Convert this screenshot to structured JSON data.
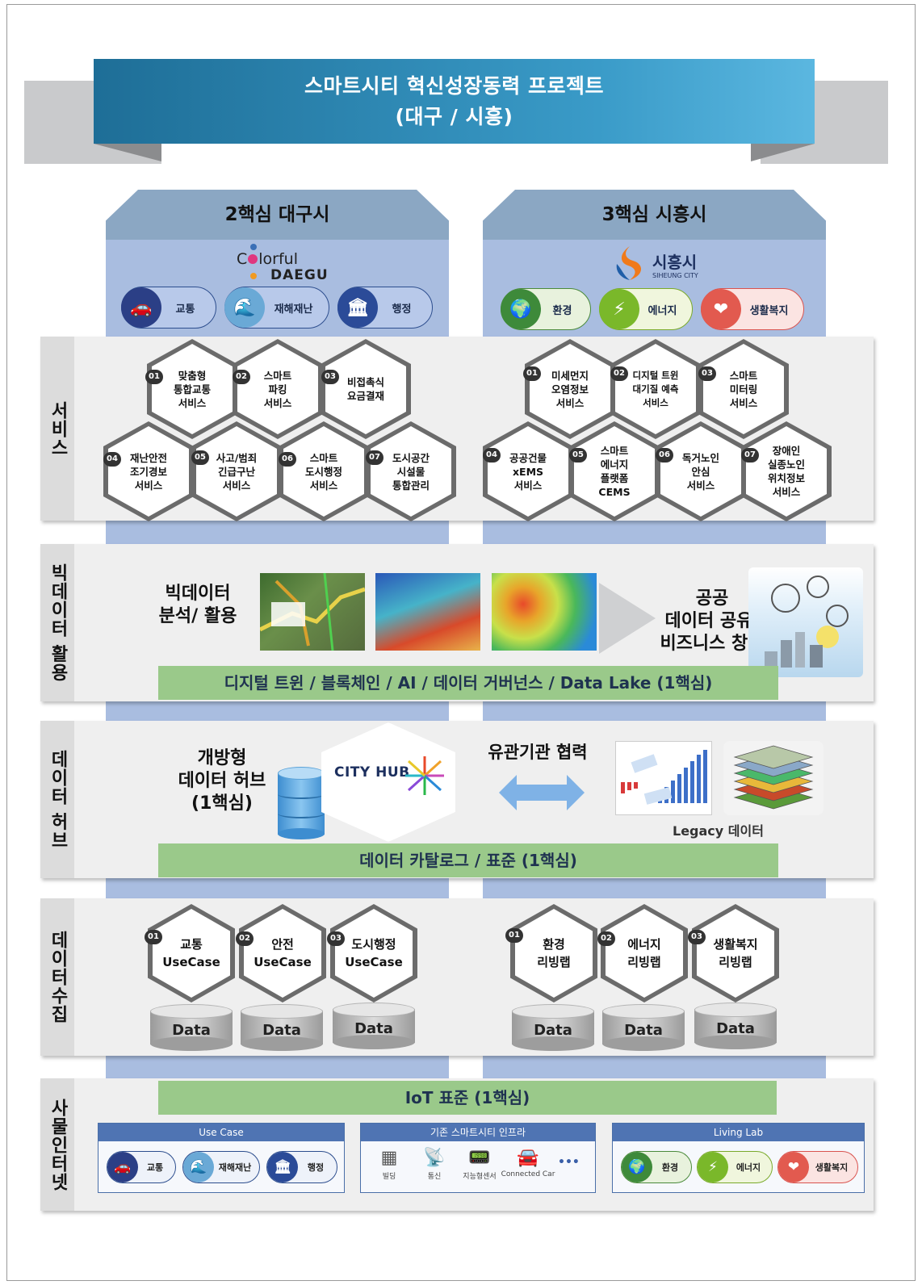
{
  "title": {
    "line1": "스마트시티 혁신성장동력 프로젝트",
    "line2": "(대구 / 시흥)"
  },
  "colors": {
    "banner": "#2a85b5",
    "column_body": "#a9bde0",
    "column_head": "#8ba7c3",
    "green_bar": "#9ac98a",
    "band": "#efefef"
  },
  "daegu": {
    "heading": "2핵심 대구시",
    "logo": {
      "text1": "C",
      "text2": "lorful",
      "text3": "DAEGU"
    },
    "pills": [
      {
        "label": "교통",
        "icon": "car-icon"
      },
      {
        "label": "재해재난",
        "icon": "wave-house-icon"
      },
      {
        "label": "행정",
        "icon": "government-building-icon"
      }
    ]
  },
  "siheung": {
    "heading": "3핵심 시흥시",
    "logo": {
      "text1": "시흥시",
      "text2": "SIHEUNG CITY"
    },
    "pills": [
      {
        "label": "환경",
        "icon": "globe-icon"
      },
      {
        "label": "에너지",
        "icon": "lightning-icon"
      },
      {
        "label": "생활복지",
        "icon": "heart-hands-icon"
      }
    ]
  },
  "sections": {
    "service": "서비스",
    "bigdata": "빅데이터 활용",
    "hub": "데이터 허브",
    "collect": "데이터수집",
    "iot": "사물인터넷"
  },
  "services": {
    "daegu": [
      {
        "num": "01",
        "label": "맞춤형\n통합교통\n서비스"
      },
      {
        "num": "02",
        "label": "스마트\n파킹\n서비스"
      },
      {
        "num": "03",
        "label": "비접촉식\n요금결재"
      },
      {
        "num": "04",
        "label": "재난안전\n조기경보\n서비스"
      },
      {
        "num": "05",
        "label": "사고/범죄\n긴급구난\n서비스"
      },
      {
        "num": "06",
        "label": "스마트\n도시행정\n서비스"
      },
      {
        "num": "07",
        "label": "도시공간\n시설물\n통합관리"
      }
    ],
    "siheung": [
      {
        "num": "01",
        "label": "미세먼지\n오염정보\n서비스"
      },
      {
        "num": "02",
        "label": "디지털 트윈\n대기질 예측\n서비스"
      },
      {
        "num": "03",
        "label": "스마트\n미터링\n서비스"
      },
      {
        "num": "04",
        "label": "공공건물\nxEMS\n서비스"
      },
      {
        "num": "05",
        "label": "스마트\n에너지\n플랫폼\nCEMS"
      },
      {
        "num": "06",
        "label": "독거노인\n안심\n서비스"
      },
      {
        "num": "07",
        "label": "장애인\n실종노인\n위치정보\n서비스"
      }
    ]
  },
  "bigdata": {
    "left_title": "빅데이터\n분석/ 활용",
    "right_title": "공공\n데이터 공유/\n비즈니스 창출",
    "bar": "디지털 트윈 / 블록체인 / AI / 데이터 거버넌스 / Data Lake (1핵심)"
  },
  "hub": {
    "left_title": "개방형\n데이터 허브\n(1핵심)",
    "cityhub": "CITY HUB",
    "coop": "유관기관 협력",
    "legacy": "Legacy 데이터",
    "bar": "데이터 카탈로그 / 표준 (1핵심)"
  },
  "collect": {
    "daegu": [
      {
        "num": "01",
        "label": "교통\nUseCase"
      },
      {
        "num": "02",
        "label": "안전\nUseCase"
      },
      {
        "num": "03",
        "label": "도시행정\nUseCase"
      }
    ],
    "siheung": [
      {
        "num": "01",
        "label": "환경\n리빙랩"
      },
      {
        "num": "02",
        "label": "에너지\n리빙랩"
      },
      {
        "num": "03",
        "label": "생활복지\n리빙랩"
      }
    ],
    "data_label": "Data"
  },
  "iot": {
    "bar": "IoT 표준 (1핵심)",
    "usecase": {
      "title": "Use Case",
      "items": [
        "교통",
        "재해재난",
        "행정"
      ]
    },
    "infra": {
      "title": "기존 스마트시티 인프라",
      "items": [
        "빌딩",
        "통신",
        "지능형센서",
        "Connected Car"
      ],
      "more": "•••"
    },
    "livinglab": {
      "title": "Living Lab",
      "items": [
        "환경",
        "에너지",
        "생활복지"
      ]
    }
  }
}
